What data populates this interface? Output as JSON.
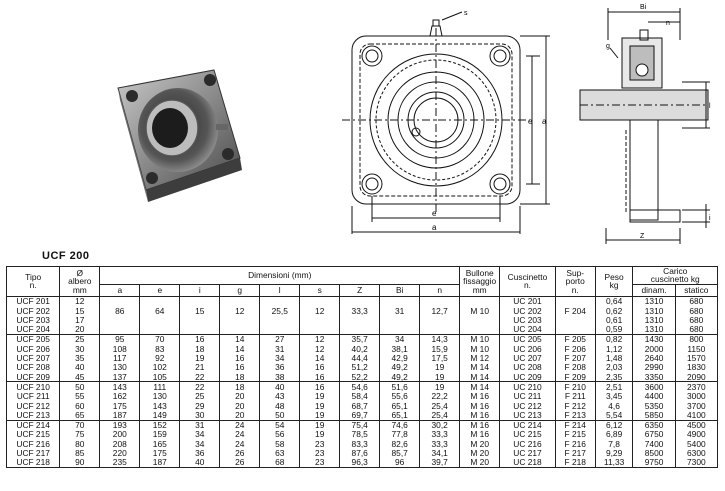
{
  "section_title": "UCF 200",
  "drawing_labels": {
    "front": {
      "s": "s",
      "a_right": "a",
      "e_right": "e",
      "e_bottom": "e",
      "a_bottom": "a"
    },
    "side": {
      "Bi": "Bi",
      "n": "n",
      "g": "g",
      "l": "l",
      "Z": "Z",
      "i": "i"
    }
  },
  "headers": {
    "tipo": "Tipo",
    "tipo_n": "n.",
    "albero_sym": "Ø",
    "albero": "albero",
    "albero_unit": "mm",
    "dimensioni": "Dimensioni (mm)",
    "bullone_1": "Bullone",
    "bullone_2": "fissaggio",
    "bullone_3": "mm",
    "cuscinetto": "Cuscinetto",
    "cuscinetto_n": "n.",
    "supporto_1": "Sup-",
    "supporto_2": "porto",
    "supporto_3": "n.",
    "peso": "Peso",
    "peso_unit": "kg",
    "carico_1": "Carico",
    "carico_2": "cuscinetto kg",
    "dim_cols": [
      "a",
      "e",
      "i",
      "g",
      "l",
      "s",
      "Z",
      "Bi",
      "n"
    ],
    "dinam": "dinam.",
    "statico": "statico"
  },
  "groups": [
    {
      "rows": [
        [
          "UCF 201",
          "12",
          "",
          "",
          "",
          "",
          "",
          "",
          "",
          "",
          "",
          "",
          "UC 201",
          "",
          "0,64",
          "1310",
          "680"
        ],
        [
          "UCF 202",
          "15",
          "86",
          "64",
          "15",
          "12",
          "25,5",
          "12",
          "33,3",
          "31",
          "12,7",
          "M 10",
          "UC 202",
          "F 204",
          "0,62",
          "1310",
          "680"
        ],
        [
          "UCF 203",
          "17",
          "",
          "",
          "",
          "",
          "",
          "",
          "",
          "",
          "",
          "",
          "UC 203",
          "",
          "0,61",
          "1310",
          "680"
        ],
        [
          "UCF 204",
          "20",
          "",
          "",
          "",
          "",
          "",
          "",
          "",
          "",
          "",
          "",
          "UC 204",
          "",
          "0,59",
          "1310",
          "680"
        ]
      ]
    },
    {
      "rows": [
        [
          "UCF 205",
          "25",
          "95",
          "70",
          "16",
          "14",
          "27",
          "12",
          "35,7",
          "34",
          "14,3",
          "M 10",
          "UC 205",
          "F 205",
          "0,82",
          "1430",
          "800"
        ],
        [
          "UCF 206",
          "30",
          "108",
          "83",
          "18",
          "14",
          "31",
          "12",
          "40,2",
          "38,1",
          "15,9",
          "M 10",
          "UC 206",
          "F 206",
          "1,12",
          "2000",
          "1150"
        ],
        [
          "UCF 207",
          "35",
          "117",
          "92",
          "19",
          "16",
          "34",
          "14",
          "44,4",
          "42,9",
          "17,5",
          "M 12",
          "UC 207",
          "F 207",
          "1,48",
          "2640",
          "1570"
        ],
        [
          "UCF 208",
          "40",
          "130",
          "102",
          "21",
          "16",
          "36",
          "16",
          "51,2",
          "49,2",
          "19",
          "M 14",
          "UC 208",
          "F 208",
          "2,03",
          "2990",
          "1830"
        ],
        [
          "UCF 209",
          "45",
          "137",
          "105",
          "22",
          "18",
          "38",
          "16",
          "52,2",
          "49,2",
          "19",
          "M 14",
          "UC 209",
          "F 209",
          "2,35",
          "3350",
          "2090"
        ]
      ]
    },
    {
      "rows": [
        [
          "UCF 210",
          "50",
          "143",
          "111",
          "22",
          "18",
          "40",
          "16",
          "54,6",
          "51,6",
          "19",
          "M 14",
          "UC 210",
          "F 210",
          "2,51",
          "3600",
          "2370"
        ],
        [
          "UCF 211",
          "55",
          "162",
          "130",
          "25",
          "20",
          "43",
          "19",
          "58,4",
          "55,6",
          "22,2",
          "M 16",
          "UC 211",
          "F 211",
          "3,45",
          "4400",
          "3000"
        ],
        [
          "UCF 212",
          "60",
          "175",
          "143",
          "29",
          "20",
          "48",
          "19",
          "68,7",
          "65,1",
          "25,4",
          "M 16",
          "UC 212",
          "F 212",
          "4,6",
          "5350",
          "3700"
        ],
        [
          "UCF 213",
          "65",
          "187",
          "149",
          "30",
          "20",
          "50",
          "19",
          "69,7",
          "65,1",
          "25,4",
          "M 16",
          "UC 213",
          "F 213",
          "5,54",
          "5850",
          "4100"
        ]
      ]
    },
    {
      "rows": [
        [
          "UCF 214",
          "70",
          "193",
          "152",
          "31",
          "24",
          "54",
          "19",
          "75,4",
          "74,6",
          "30,2",
          "M 16",
          "UC 214",
          "F 214",
          "6,12",
          "6350",
          "4500"
        ],
        [
          "UCF 215",
          "75",
          "200",
          "159",
          "34",
          "24",
          "56",
          "19",
          "78,5",
          "77,8",
          "33,3",
          "M 16",
          "UC 215",
          "F 215",
          "6,89",
          "6750",
          "4900"
        ],
        [
          "UCF 216",
          "80",
          "208",
          "165",
          "34",
          "24",
          "58",
          "23",
          "83,3",
          "82,6",
          "33,3",
          "M 20",
          "UC 216",
          "F 216",
          "7,8",
          "7400",
          "5400"
        ],
        [
          "UCF 217",
          "85",
          "220",
          "175",
          "36",
          "26",
          "63",
          "23",
          "87,6",
          "85,7",
          "34,1",
          "M 20",
          "UC 217",
          "F 217",
          "9,29",
          "8500",
          "6300"
        ],
        [
          "UCF 218",
          "90",
          "235",
          "187",
          "40",
          "26",
          "68",
          "23",
          "96,3",
          "96",
          "39,7",
          "M 20",
          "UC 218",
          "F 218",
          "11,33",
          "9750",
          "7300"
        ]
      ]
    }
  ]
}
